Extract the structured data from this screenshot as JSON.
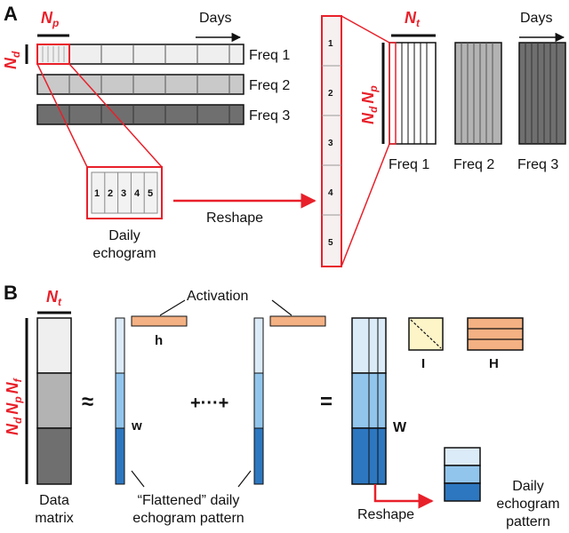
{
  "panel_a": {
    "label": "A",
    "np": "N",
    "np_sub": "p",
    "nd": "N",
    "nd_sub": "d",
    "days": "Days",
    "freq1": "Freq 1",
    "freq2": "Freq 2",
    "freq3": "Freq 3",
    "daily_echogram": [
      "Daily",
      "echogram"
    ],
    "reshape": "Reshape",
    "zoom_numbers": [
      "1",
      "2",
      "3",
      "4",
      "5"
    ],
    "column_numbers": [
      "1",
      "2",
      "3",
      "4",
      "5"
    ],
    "nt": "N",
    "nt_sub": "t",
    "ndnp": [
      "N",
      "d",
      "N",
      "p"
    ],
    "days_right": "Days",
    "freq_right": [
      "Freq 1",
      "Freq 2",
      "Freq 3"
    ]
  },
  "panel_b": {
    "label": "B",
    "nt": "N",
    "nt_sub": "t",
    "ndnpnf": [
      "N",
      "d",
      "N",
      "p",
      "N",
      "f"
    ],
    "data_matrix": [
      "Data",
      "matrix"
    ],
    "approx": "≈",
    "activation": "Activation",
    "h": "h",
    "w": "w",
    "plus_dots": "+···+",
    "equals": "=",
    "W": "W",
    "I": "I",
    "H": "H",
    "flattened": [
      "“Flattened” daily",
      "echogram pattern"
    ],
    "reshape": "Reshape",
    "daily_pattern": [
      "Daily",
      "echogram",
      "pattern"
    ]
  },
  "colors": {
    "red": "#e8202a",
    "orange": "#f4b183",
    "light_yellow": "#fdf4c8",
    "blue_light": "#dcebf8",
    "blue_mid": "#92c5ec",
    "blue_dark": "#2d77c0",
    "gray_light": "#efefef",
    "gray_mid": "#b3b3b3",
    "gray_dark": "#6f6f6f"
  }
}
